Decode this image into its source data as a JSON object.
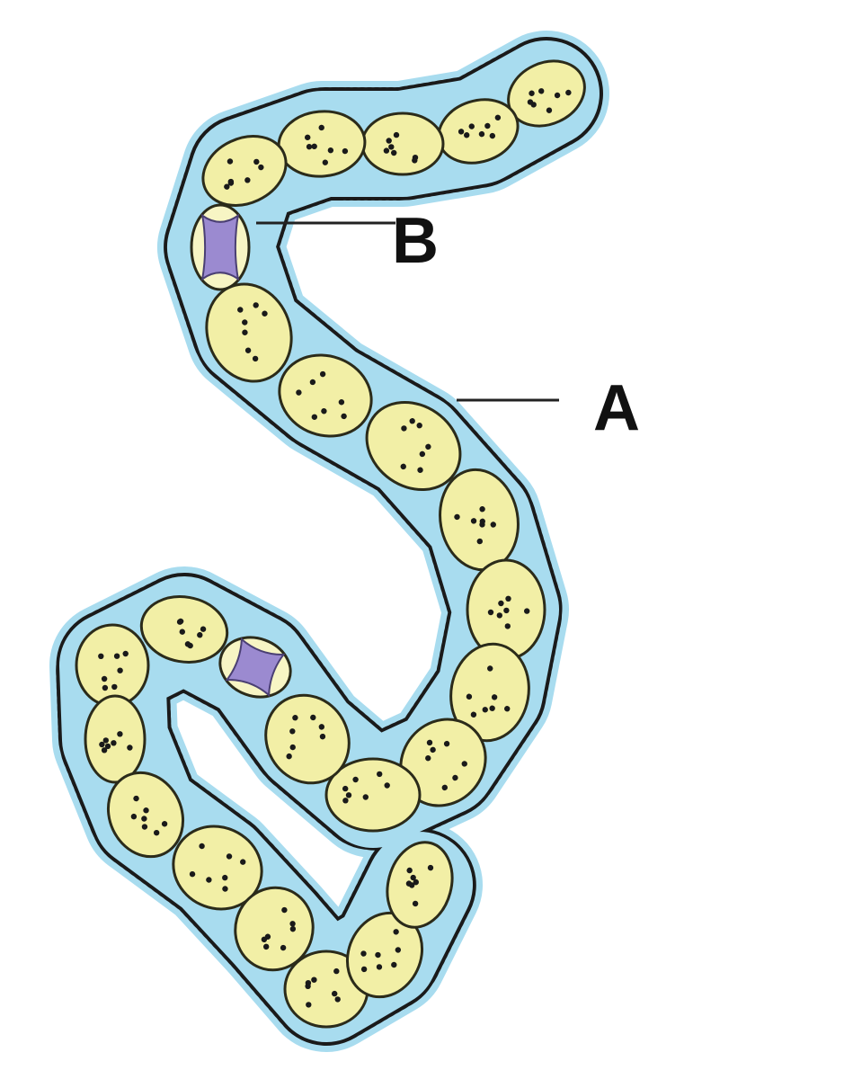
{
  "labels": {
    "a": "A",
    "b": "B"
  },
  "colors": {
    "sheath": "#a8dcef",
    "sheath_dots": "#1a1a1a",
    "cell_fill": "#f2efa6",
    "cell_stroke": "#2b2b1a",
    "granule": "#1a1a1a",
    "heterocyst_wall": "#f7f5c4",
    "heterocyst_core": "#9b8ad0",
    "leader": "#222222"
  },
  "structures": {
    "vegetative_cell": "vegetative-cell",
    "heterocyst": "heterocyst",
    "mucilage_sheath": "mucilage-sheath"
  }
}
